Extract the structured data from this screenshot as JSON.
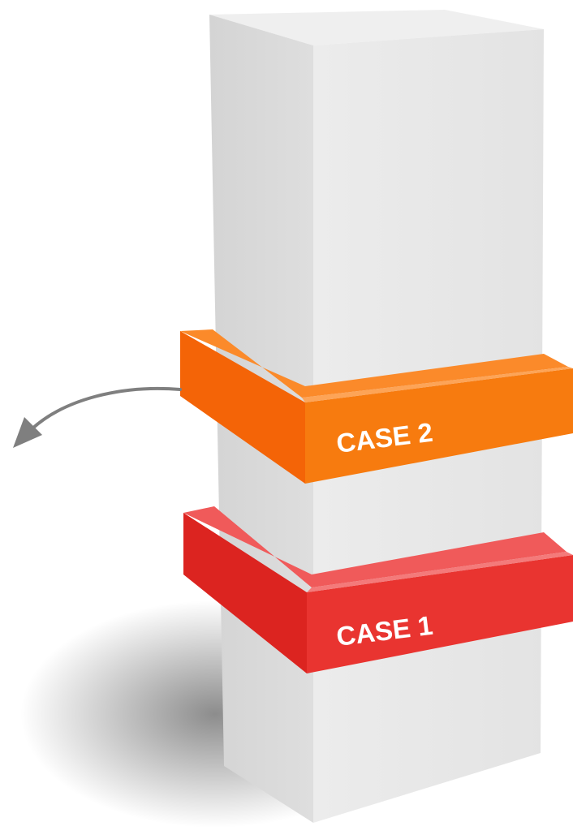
{
  "colors": {
    "background": "#ffffff",
    "pillar_left": "#d9d9d9",
    "pillar_right": "#e6e6e6",
    "pillar_top": "#efefef",
    "case2_front": "#f77b0f",
    "case2_side": "#f46407",
    "case2_top": "#fb8a2a",
    "case1_front": "#e93430",
    "case1_side": "#dc2420",
    "case1_top": "#f05a5a",
    "arrow": "#7f7f7f"
  },
  "bands": [
    {
      "label": "CASE 2",
      "id": "case-2"
    },
    {
      "label": "CASE 1",
      "id": "case-1"
    }
  ],
  "arrow": {
    "icon": "curved-arrow-left-icon"
  }
}
